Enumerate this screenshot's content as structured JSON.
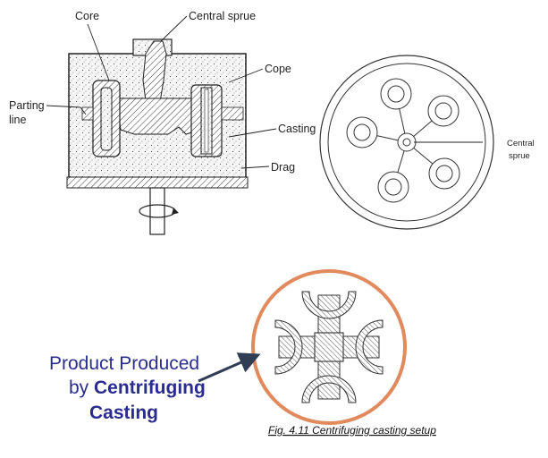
{
  "labels": {
    "core": "Core",
    "central_sprue": "Central sprue",
    "cope": "Cope",
    "parting_line_1": "Parting",
    "parting_line_2": "line",
    "casting": "Casting",
    "drag": "Drag",
    "central_sprue_right_1": "Central",
    "central_sprue_right_2": "sprue"
  },
  "product": {
    "line1": "Product Produced",
    "line2_prefix": "by ",
    "line2_bold": "Centrifuging",
    "line3_bold": "Casting"
  },
  "caption": "Fig. 4.11 Centrifuging casting setup",
  "colors": {
    "ring": "#e08a5e",
    "product_text": "#2a2d8f",
    "arrow": "#2f3d55"
  }
}
